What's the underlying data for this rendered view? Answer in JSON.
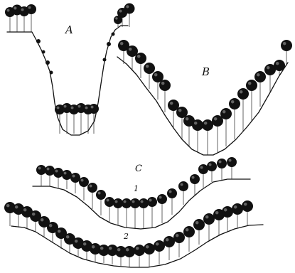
{
  "labels": {
    "a": "A",
    "b": "B",
    "c": "C",
    "c1": "1",
    "c2": "2"
  },
  "colors": {
    "ink": "#111111",
    "paper": "#ffffff"
  }
}
